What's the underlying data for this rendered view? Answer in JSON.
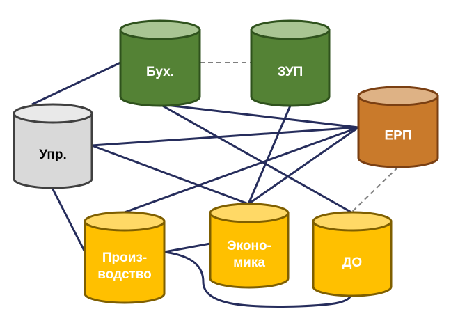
{
  "diagram": {
    "nodes": [
      {
        "id": "buh",
        "label_lines": [
          "Бух."
        ],
        "group": "green",
        "fill": "#548235",
        "top": "#a9c593",
        "stroke": "#2f521d",
        "text_color": "#ffffff"
      },
      {
        "id": "zup",
        "label_lines": [
          "ЗУП"
        ],
        "group": "green",
        "fill": "#548235",
        "top": "#a9c593",
        "stroke": "#2f521d",
        "text_color": "#ffffff"
      },
      {
        "id": "erp",
        "label_lines": [
          "ЕРП"
        ],
        "group": "orange",
        "fill": "#c97a2b",
        "top": "#deb285",
        "stroke": "#7a3f12",
        "text_color": "#ffffff"
      },
      {
        "id": "upr",
        "label_lines": [
          "Упр."
        ],
        "group": "gray",
        "fill": "#d9d9d9",
        "top": "#e9e9e9",
        "stroke": "#404040",
        "text_color": "#000000"
      },
      {
        "id": "proizv",
        "label_lines": [
          "Произ-",
          "водство"
        ],
        "group": "yellow",
        "fill": "#ffc000",
        "top": "#ffd966",
        "stroke": "#7f5f00",
        "text_color": "#ffffff"
      },
      {
        "id": "econ",
        "label_lines": [
          "Эконо-",
          "мика"
        ],
        "group": "yellow",
        "fill": "#ffc000",
        "top": "#ffd966",
        "stroke": "#7f5f00",
        "text_color": "#ffffff"
      },
      {
        "id": "do",
        "label_lines": [
          "ДО"
        ],
        "group": "yellow",
        "fill": "#ffc000",
        "top": "#ffd966",
        "stroke": "#7f5f00",
        "text_color": "#ffffff"
      }
    ],
    "edges": [
      {
        "from": "upr",
        "to": "buh",
        "style": "solid"
      },
      {
        "from": "upr",
        "to": "erp",
        "style": "solid"
      },
      {
        "from": "upr",
        "to": "econ",
        "style": "solid"
      },
      {
        "from": "upr",
        "to": "proizv",
        "style": "solid"
      },
      {
        "from": "buh",
        "to": "erp",
        "style": "solid"
      },
      {
        "from": "buh",
        "to": "do",
        "style": "solid"
      },
      {
        "from": "zup",
        "to": "econ",
        "style": "solid"
      },
      {
        "from": "erp",
        "to": "proizv",
        "style": "solid"
      },
      {
        "from": "erp",
        "to": "econ",
        "style": "solid"
      },
      {
        "from": "proizv",
        "to": "econ",
        "style": "solid"
      },
      {
        "from": "proizv",
        "to": "do",
        "style": "solid-curve"
      },
      {
        "from": "buh",
        "to": "zup",
        "style": "dashed"
      },
      {
        "from": "erp",
        "to": "do",
        "style": "dashed"
      }
    ],
    "colors": {
      "connector": "#262d5c",
      "dashed_connector": "#7f7f7f"
    }
  }
}
